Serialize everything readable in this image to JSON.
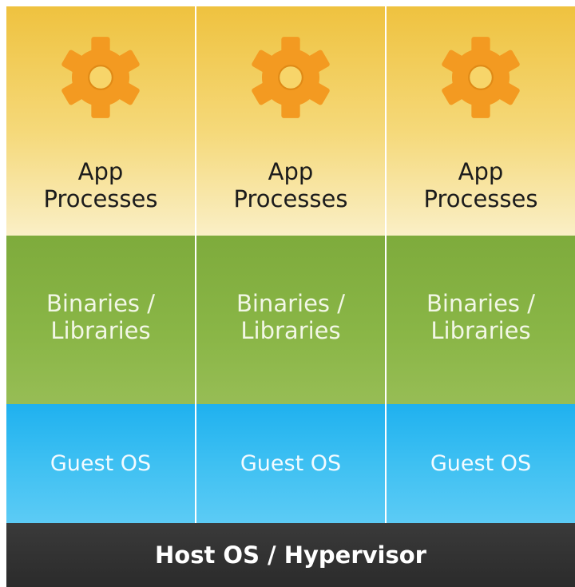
{
  "columns": [
    {
      "app_label": "App\nProcesses",
      "bin_label": "Binaries /\nLibraries",
      "guest_label": "Guest OS",
      "icon": "gear-icon"
    },
    {
      "app_label": "App\nProcesses",
      "bin_label": "Binaries /\nLibraries",
      "guest_label": "Guest OS",
      "icon": "gear-icon"
    },
    {
      "app_label": "App\nProcesses",
      "bin_label": "Binaries /\nLibraries",
      "guest_label": "Guest OS",
      "icon": "gear-icon"
    }
  ],
  "host_label": "Host OS / Hypervisor",
  "colors": {
    "app_layer": "#efc23f",
    "binaries_layer": "#8ab647",
    "guest_layer": "#3ec0f2",
    "host_layer": "#2b2b2b",
    "gear": "#f39a21"
  }
}
